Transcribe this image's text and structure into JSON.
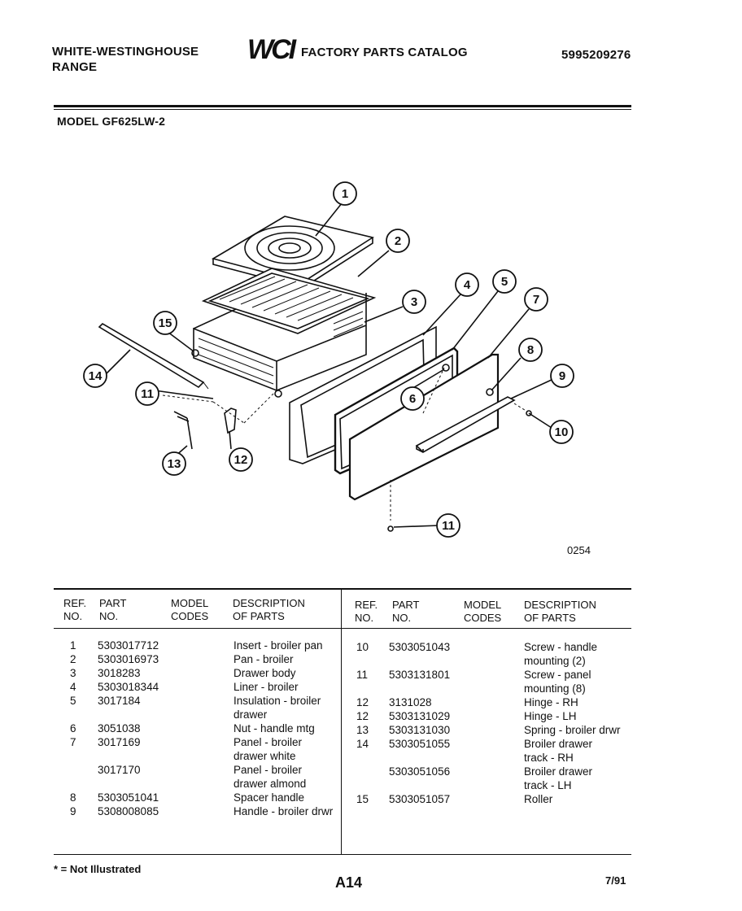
{
  "header": {
    "brand_line1": "WHITE-WESTINGHOUSE",
    "brand_line2": "RANGE",
    "logo": "WCI",
    "catalog_title": "FACTORY PARTS CATALOG",
    "catalog_number": "5995209276",
    "model": "MODEL GF625LW-2"
  },
  "diagram": {
    "callouts": [
      "1",
      "2",
      "3",
      "4",
      "5",
      "6",
      "7",
      "8",
      "9",
      "10",
      "11",
      "11",
      "12",
      "13",
      "14",
      "15"
    ],
    "drawing_code": "0254"
  },
  "table": {
    "headers": {
      "ref": [
        "REF.",
        "NO."
      ],
      "part": [
        "PART",
        "NO."
      ],
      "model": [
        "MODEL",
        "CODES"
      ],
      "desc": [
        "DESCRIPTION",
        "OF PARTS"
      ]
    },
    "left_rows": [
      {
        "ref": "1",
        "part": "5303017712",
        "desc": [
          "Insert - broiler pan"
        ]
      },
      {
        "ref": "2",
        "part": "5303016973",
        "desc": [
          "Pan - broiler"
        ]
      },
      {
        "ref": "3",
        "part": "3018283",
        "desc": [
          "Drawer body"
        ]
      },
      {
        "ref": "4",
        "part": "5303018344",
        "desc": [
          "Liner - broiler"
        ]
      },
      {
        "ref": "5",
        "part": "3017184",
        "desc": [
          "Insulation - broiler",
          "drawer"
        ]
      },
      {
        "ref": "6",
        "part": "3051038",
        "desc": [
          "Nut - handle mtg"
        ]
      },
      {
        "ref": "7",
        "part": "3017169",
        "desc": [
          "Panel - broiler",
          "drawer white"
        ]
      },
      {
        "ref": "",
        "part": "3017170",
        "desc": [
          "Panel - broiler",
          "drawer almond"
        ]
      },
      {
        "ref": "8",
        "part": "5303051041",
        "desc": [
          "Spacer handle"
        ]
      },
      {
        "ref": "9",
        "part": "5308008085",
        "desc": [
          "Handle - broiler drwr"
        ]
      }
    ],
    "right_rows": [
      {
        "ref": "10",
        "part": "5303051043",
        "desc": [
          "Screw - handle",
          "mounting (2)"
        ]
      },
      {
        "ref": "11",
        "part": "5303131801",
        "desc": [
          "Screw - panel",
          "mounting (8)"
        ]
      },
      {
        "ref": "12",
        "part": "3131028",
        "desc": [
          "Hinge - RH"
        ]
      },
      {
        "ref": "12",
        "part": "5303131029",
        "desc": [
          "Hinge - LH"
        ]
      },
      {
        "ref": "13",
        "part": "5303131030",
        "desc": [
          "Spring - broiler drwr"
        ]
      },
      {
        "ref": "14",
        "part": "5303051055",
        "desc": [
          "Broiler drawer",
          "track - RH"
        ]
      },
      {
        "ref": "",
        "part": "5303051056",
        "desc": [
          "Broiler drawer",
          "track - LH"
        ]
      },
      {
        "ref": "15",
        "part": "5303051057",
        "desc": [
          "Roller"
        ]
      }
    ]
  },
  "footer": {
    "note": "* = Not Illustrated",
    "page": "A14",
    "date": "7/91"
  }
}
